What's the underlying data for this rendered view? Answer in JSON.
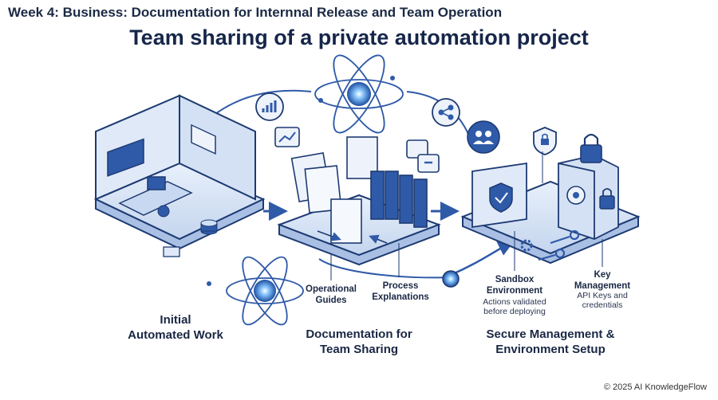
{
  "header": {
    "week_title": "Week 4: Business: Documentation for Internnal Release and Team Operation",
    "main_title": "Team sharing of a private automation project"
  },
  "stages": {
    "initial": {
      "label": "Initial\nAutomated Work"
    },
    "documentation": {
      "label": "Documentation for\nTeam Sharing"
    },
    "secure": {
      "label": "Secure Management &\nEnvironment Setup"
    }
  },
  "callouts": {
    "operational_guides": "Operational\nGuides",
    "process_explanations": "Process\nExplanations",
    "sandbox_title": "Sandbox\nEnvironment",
    "sandbox_desc": "Actions validated\nbefore deploying",
    "key_title": "Key\nManagement",
    "key_desc": "API Keys and\ncredentials"
  },
  "footer": {
    "copyright": "© 2025 AI KnowledgeFlow"
  },
  "colors": {
    "primary": "#2f5aa8",
    "light": "#d9e5f7",
    "outline": "#1d3a72",
    "glow": "#5aa8ff"
  }
}
